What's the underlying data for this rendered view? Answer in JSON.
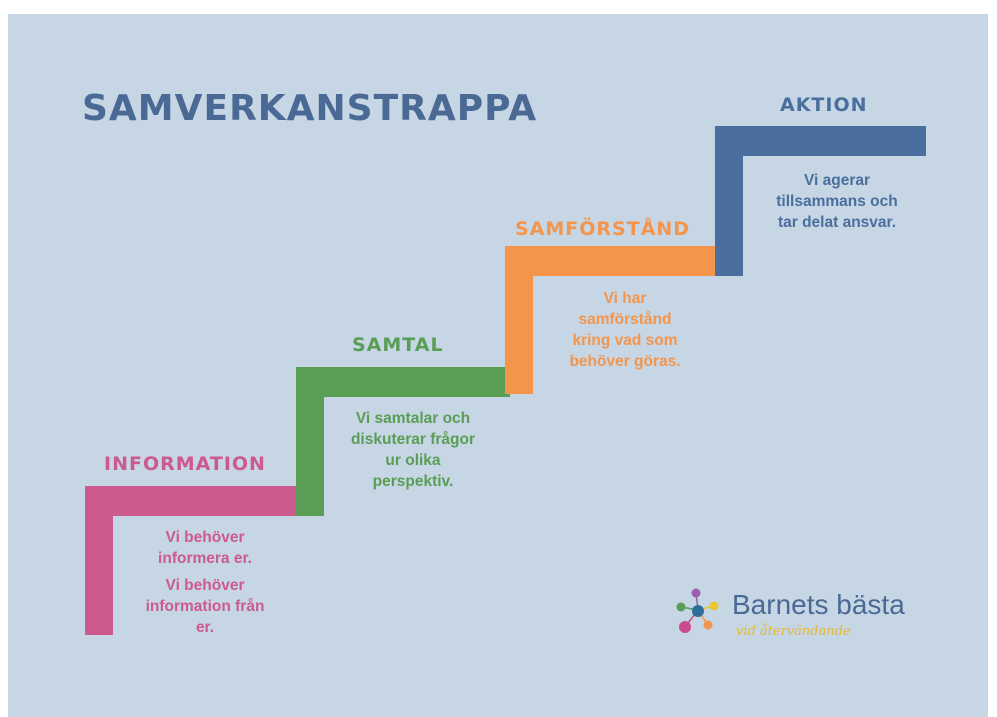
{
  "title": "SAMVERKANSTRAPPA",
  "steps": [
    {
      "label": "INFORMATION",
      "desc": [
        "Vi behöver informera er.",
        "Vi behöver information från er."
      ],
      "color": "#cc5a8f"
    },
    {
      "label": "SAMTAL",
      "desc": [
        "Vi samtalar och diskuterar frågor ur olika perspektiv."
      ],
      "color": "#5a9e56"
    },
    {
      "label": "SAMFÖRSTÅND",
      "desc": [
        "Vi har samförstånd kring vad som behöver göras."
      ],
      "color": "#f5954c"
    },
    {
      "label": "AKTION",
      "desc": [
        "Vi agerar tillsammans och tar delat ansvar."
      ],
      "color": "#4a6f9e"
    }
  ],
  "logo": {
    "name": "Barnets bästa",
    "tagline": "vid återvändande",
    "dot_colors": [
      "#9b5fb0",
      "#5a9e56",
      "#e8c730",
      "#2e6f9e",
      "#cc4a8f",
      "#f5954c"
    ],
    "icon": "network-dots-icon"
  },
  "background_color": "#c6d6e4"
}
